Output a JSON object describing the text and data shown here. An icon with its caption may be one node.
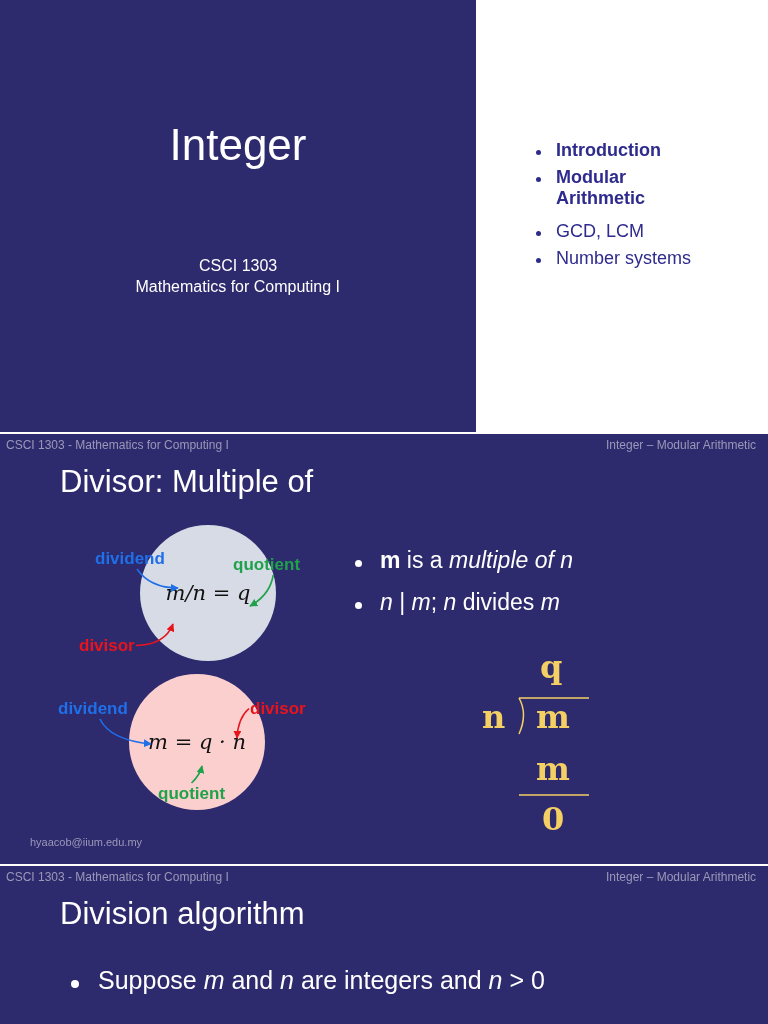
{
  "diagram": {
    "nodes": [
      {
        "text": [
          "m/n = q"
        ]
      },
      {
        "text": [
          "dividend"
        ]
      },
      {
        "text": [
          "quotient"
        ]
      },
      {
        "text": [
          "divisor"
        ]
      },
      {
        "text": [
          "m = q · n"
        ]
      },
      {
        "text": [
          "dividend"
        ]
      },
      {
        "text": [
          "divisor"
        ]
      },
      {
        "text": [
          "quotient"
        ],
        "in": 4
      }
    ],
    "edges": [
      {
        "from": 1,
        "to": 0,
        "arrow": "to",
        "color": "#1f6fe8"
      },
      {
        "from": 2,
        "to": 0,
        "arrow": "to",
        "color": "#1fa24a"
      },
      {
        "from": 3,
        "to": 0,
        "arrow": "to",
        "color": "#e8141c"
      },
      {
        "from": 5,
        "to": 4,
        "arrow": "to",
        "color": "#1f6fe8"
      },
      {
        "from": 6,
        "to": 4,
        "arrow": "to",
        "color": "#e8141c"
      },
      {
        "from": 7,
        "to": 4,
        "arrow": "to",
        "color": "#1fa24a"
      }
    ],
    "labels": [
      "Integer",
      "CSCI 1303",
      "Mathematics for Computing I",
      "Introduction",
      "Modular Arithmetic",
      "GCD, LCM",
      "Number systems",
      "CSCI 1303 - Mathematics for Computing I",
      "Integer – Modular Arithmetic",
      "Divisor: Multiple of",
      "**m** is a *multiple of n*",
      "*n* | *m*; *n* divides *m*",
      "q",
      "n",
      "m",
      "m",
      "0",
      "hyaacob@iium.edu.my",
      "CSCI 1303 - Mathematics for Computing I",
      "Integer – Modular Arithmetic",
      "Division algorithm",
      "Suppose *m* and *n* are integers and *n* > 0"
    ]
  }
}
